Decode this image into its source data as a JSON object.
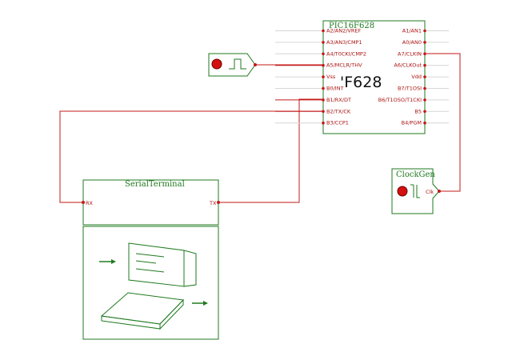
{
  "colors": {
    "component_outline": "#1f7a1f",
    "wire": "#c41818",
    "pin_label": "#aa1111",
    "background": "#ffffff"
  },
  "pic": {
    "title": "PIC16F628",
    "label": "'F628",
    "pins_left": [
      "A2/AN2/VREF",
      "A3/AN3/CMP1",
      "A4/T0CKI/CMP2",
      "A5/MCLR/THV",
      "Vss",
      "B0/INT",
      "B1/RX/DT",
      "B2/TX/CK",
      "B3/CCP1"
    ],
    "pins_right": [
      "A1/AN1",
      "A0/AN0",
      "A7/CLKIN",
      "A6/CLKOut",
      "Vdd",
      "B7/T1OSI",
      "B6/T1OSO/T1CKI",
      "B5",
      "B4/PGM"
    ]
  },
  "reset_switch": {
    "icon": "push-button-icon",
    "pulse_icon": "pulse-icon"
  },
  "clockgen": {
    "title": "ClockGen",
    "pin": "Clk",
    "icon": "clock-icon"
  },
  "serial_terminal": {
    "title": "SerialTerminal",
    "pin_rx": "RX",
    "pin_tx": "TX",
    "icon": "computer-icon"
  }
}
